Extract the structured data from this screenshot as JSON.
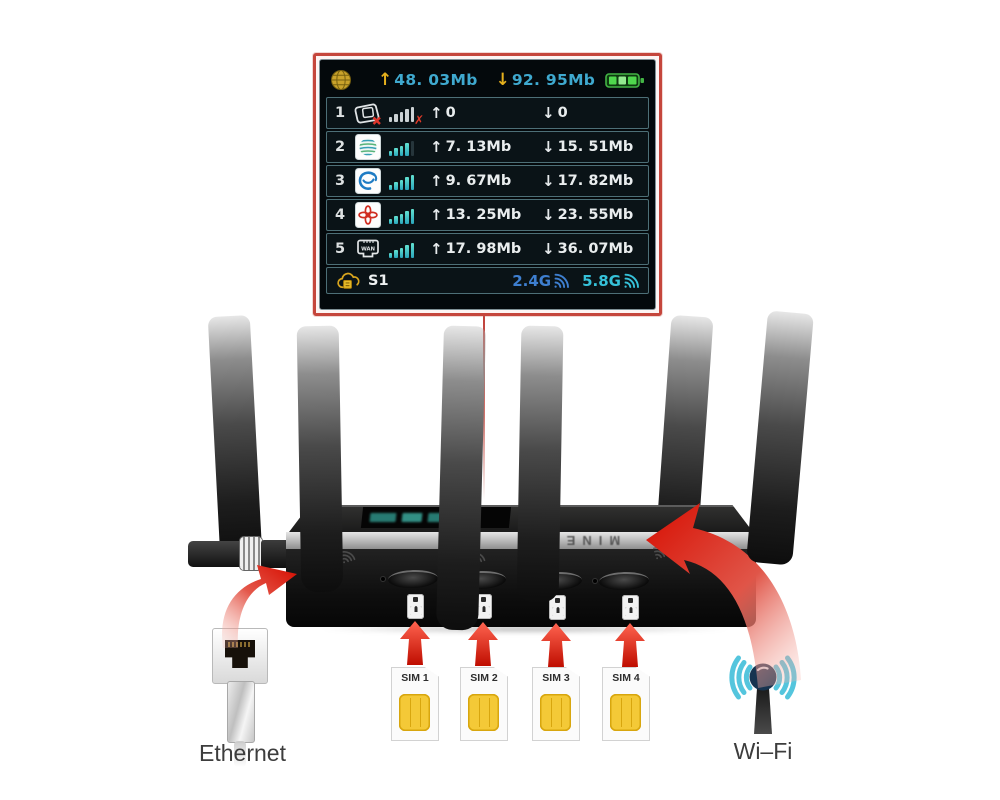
{
  "display": {
    "glyphs": {
      "up": "↑",
      "down": "↓"
    },
    "header": {
      "up_value": "48. 03Mb",
      "down_value": "92. 95Mb"
    },
    "rows": [
      {
        "num": "1",
        "operator": "sim-missing",
        "signal_bars": 5,
        "signal_state": "error",
        "up": "0",
        "down": "0"
      },
      {
        "num": "2",
        "operator": "china-mobile",
        "signal_bars": 4,
        "signal_state": "ok",
        "up": "7. 13Mb",
        "down": "15. 51Mb"
      },
      {
        "num": "3",
        "operator": "china-telecom",
        "signal_bars": 5,
        "signal_state": "ok",
        "up": "9. 67Mb",
        "down": "17. 82Mb"
      },
      {
        "num": "4",
        "operator": "china-unicom",
        "signal_bars": 5,
        "signal_state": "ok",
        "up": "13. 25Mb",
        "down": "23. 55Mb"
      },
      {
        "num": "5",
        "operator": "wan-port",
        "signal_bars": 5,
        "signal_state": "ok",
        "up": "17. 98Mb",
        "down": "36. 07Mb"
      }
    ],
    "wan_icon_text": "WAN",
    "footer": {
      "sim_label": "S1",
      "band_24": "2.4G",
      "band_58": "5.8G"
    }
  },
  "router": {
    "brand_marking": "MINE"
  },
  "sim_cards": [
    {
      "label": "SIM 1"
    },
    {
      "label": "SIM 2"
    },
    {
      "label": "SIM 3"
    },
    {
      "label": "SIM 4"
    }
  ],
  "callouts": {
    "ethernet": "Ethernet",
    "wifi": "Wi–Fi"
  },
  "colors": {
    "frame_red": "#c5463c",
    "screen_cyan": "#3fa9cf",
    "arrow_gold": "#e5b01d",
    "battery_green": "#45cf49",
    "signal_teal": "#2aa6bc",
    "band24_blue": "#3e7fd0",
    "band58_cyan": "#36c2da",
    "arrow_red": "#d81e10"
  }
}
